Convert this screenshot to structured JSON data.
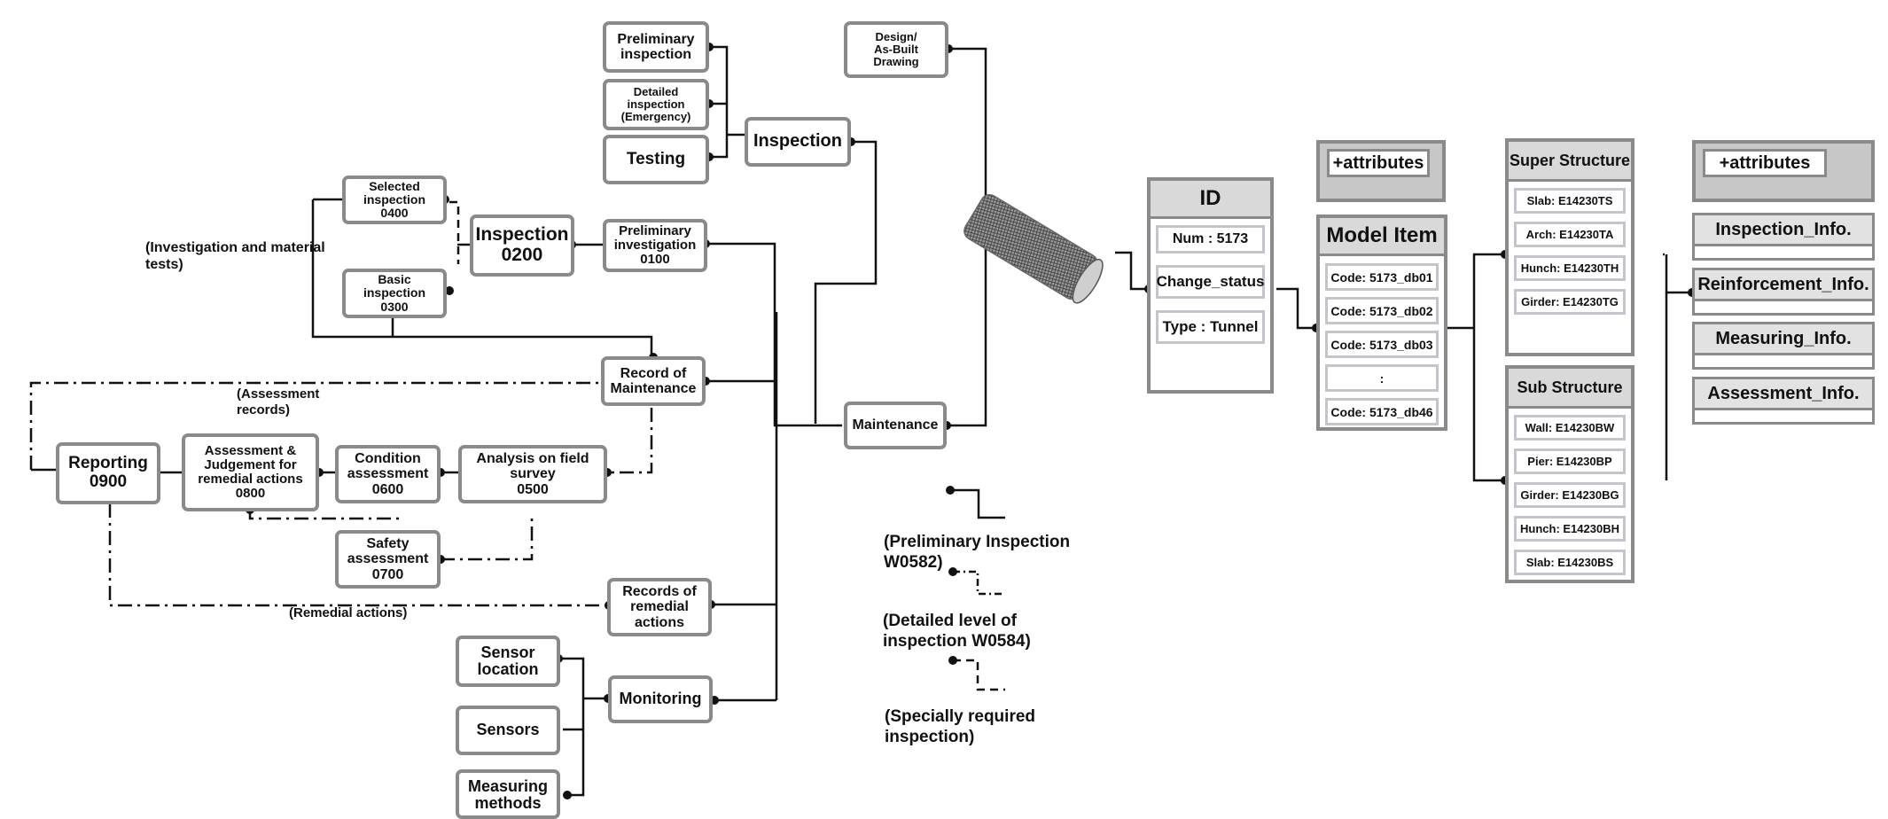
{
  "nodes": {
    "preliminary_inspection": "Preliminary\ninspection",
    "detailed_inspection": "Detailed\ninspection\n(Emergency)",
    "testing": "Testing",
    "inspection": "Inspection",
    "design_drawing": "Design/\nAs-Built\nDrawing",
    "selected_inspection": "Selected\ninspection\n0400",
    "basic_inspection": "Basic\ninspection\n0300",
    "inspection_0200": "Inspection\n0200",
    "preliminary_investigation": "Preliminary\ninvestigation\n0100",
    "record_of_maintenance": "Record of\nMaintenance",
    "maintenance": "Maintenance",
    "reporting": "Reporting\n0900",
    "assessment_judgement": "Assessment &\nJudgement for\nremedial actions\n0800",
    "condition_assessment": "Condition\nassessment\n0600",
    "analysis_field_survey": "Analysis on field\nsurvey\n0500",
    "safety_assessment": "Safety\nassessment\n0700",
    "records_remedial": "Records of\nremedial\nactions",
    "sensor_location": "Sensor\nlocation",
    "sensors": "Sensors",
    "monitoring": "Monitoring",
    "measuring": "Measuring\nmethods"
  },
  "annotations": {
    "investigation_tests": "(Investigation and material\ntests)",
    "assessment_records": "(Assessment\nrecords)",
    "remedial_actions": "(Remedial actions)"
  },
  "legend": {
    "preliminary": "(Preliminary Inspection\nW0582)",
    "detailed": "(Detailed level of\ninspection  W0584)",
    "special": "(Specially required\ninspection)"
  },
  "id_class": {
    "title": "ID",
    "fields": [
      "Num : 5173",
      "Change_status",
      "Type : Tunnel"
    ]
  },
  "model_item": {
    "attributes": "+attributes",
    "title": "Model Item",
    "codes": [
      "Code: 5173_db01",
      "Code: 5173_db02",
      "Code: 5173_db03",
      ":",
      "Code: 5173_db46"
    ]
  },
  "super_structure": {
    "title": "Super Structure",
    "items": [
      "Slab: E14230TS",
      "Arch: E14230TA",
      "Hunch: E14230TH",
      "Girder: E14230TG"
    ]
  },
  "sub_structure": {
    "title": "Sub Structure",
    "items": [
      "Wall: E14230BW",
      "Pier: E14230BP",
      "Girder: E14230BG",
      "Hunch: E14230BH",
      "Slab: E14230BS"
    ]
  },
  "info_classes": {
    "attributes": "+attributes",
    "items": [
      "Inspection_Info.",
      "Reinforcement_Info.",
      "Measuring_Info.",
      "Assessment_Info."
    ]
  },
  "colors": {
    "border": "#8a8a8a",
    "header_fill": "#d9d9d9",
    "line": "#111111"
  },
  "icons": {
    "tunnel": "tunnel-icon"
  }
}
